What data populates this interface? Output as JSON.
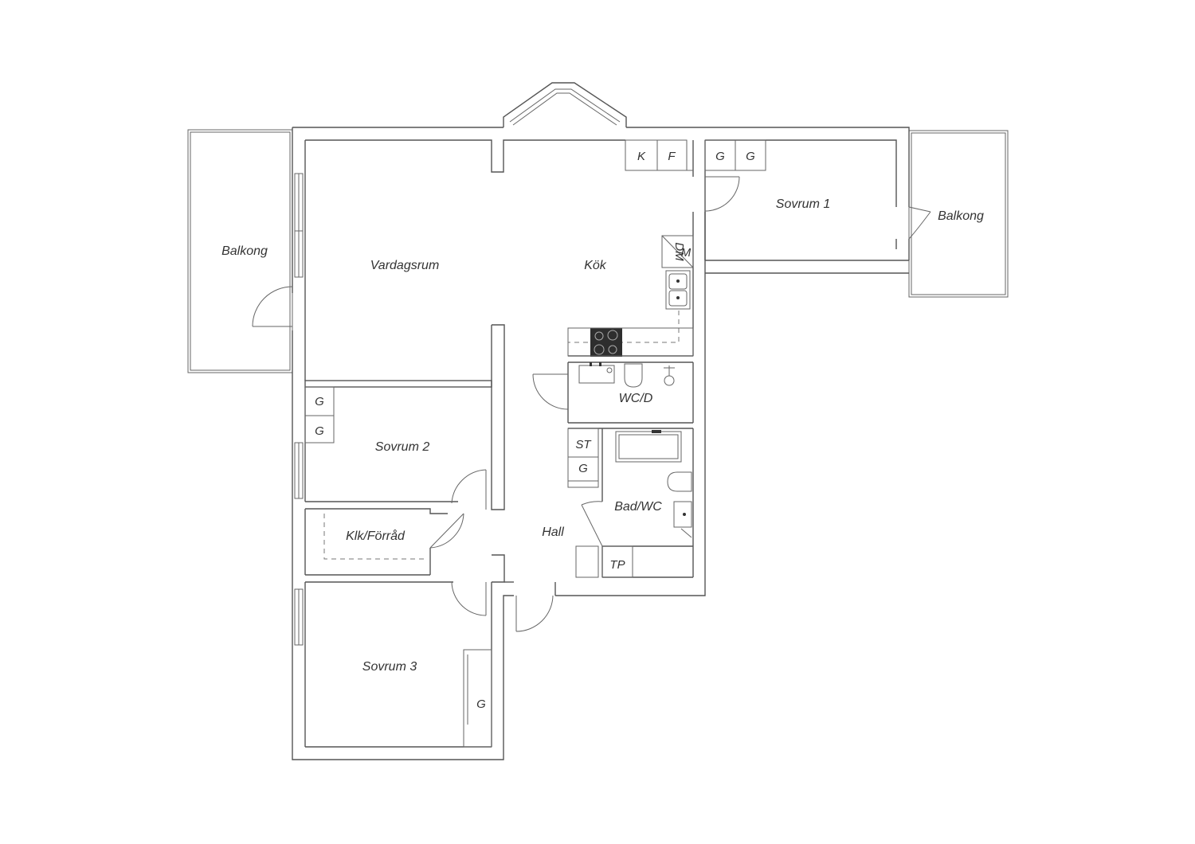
{
  "rooms": {
    "balkong_left": "Balkong",
    "balkong_right": "Balkong",
    "vardagsrum": "Vardagsrum",
    "kok": "Kök",
    "sovrum1": "Sovrum 1",
    "sovrum2": "Sovrum 2",
    "sovrum3": "Sovrum 3",
    "wc_d": "WC/D",
    "bad_wc": "Bad/WC",
    "klk_forrad": "Klk/Förråd",
    "hall": "Hall"
  },
  "fixtures": {
    "k": "K",
    "f": "F",
    "g": "G",
    "dm": "DM",
    "m": "M",
    "st": "ST",
    "tp": "TP"
  },
  "colors": {
    "line": "#555555",
    "text": "#333333",
    "background": "#ffffff"
  }
}
